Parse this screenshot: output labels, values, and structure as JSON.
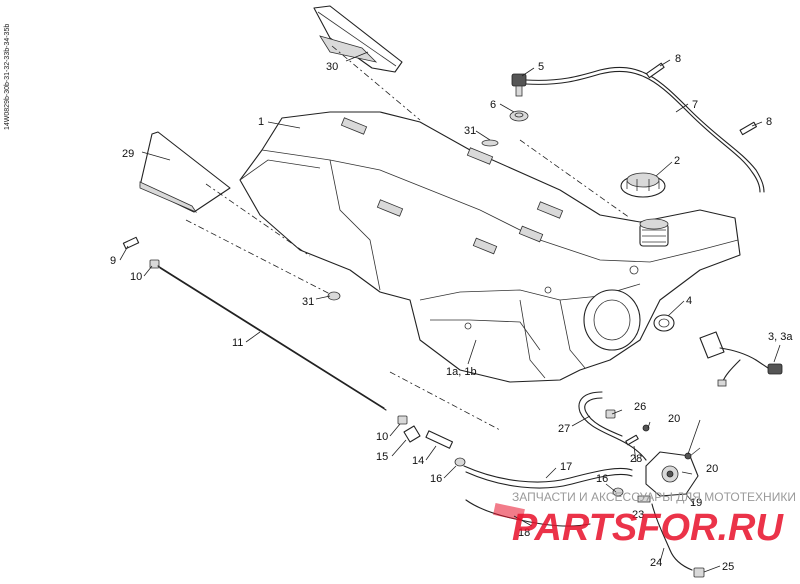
{
  "diagram": {
    "side_code": "14W0829b-30b-31-32-33b-34-35b",
    "callouts": {
      "c1": "1",
      "c1a": "1a, 1b",
      "c2": "2",
      "c3": "3, 3a",
      "c4": "4",
      "c5": "5",
      "c6": "6",
      "c7": "7",
      "c8a": "8",
      "c8b": "8",
      "c9": "9",
      "c10a": "10",
      "c10b": "10",
      "c11": "11",
      "c14": "14",
      "c15": "15",
      "c16a": "16",
      "c16b": "16",
      "c17": "17",
      "c18": "18",
      "c19": "19",
      "c20a": "20",
      "c20b": "20",
      "c23": "23",
      "c24": "24",
      "c25": "25",
      "c26": "26",
      "c27": "27",
      "c28": "28",
      "c29": "29",
      "c30": "30",
      "c31a": "31",
      "c31b": "31"
    }
  },
  "watermark": {
    "caption": "ЗАПЧАСТИ И АКСЕССУАРЫ ДЛЯ МОТОТЕХНИКИ",
    "logo": "PARTSFOR.RU",
    "color": "#e8102a"
  }
}
